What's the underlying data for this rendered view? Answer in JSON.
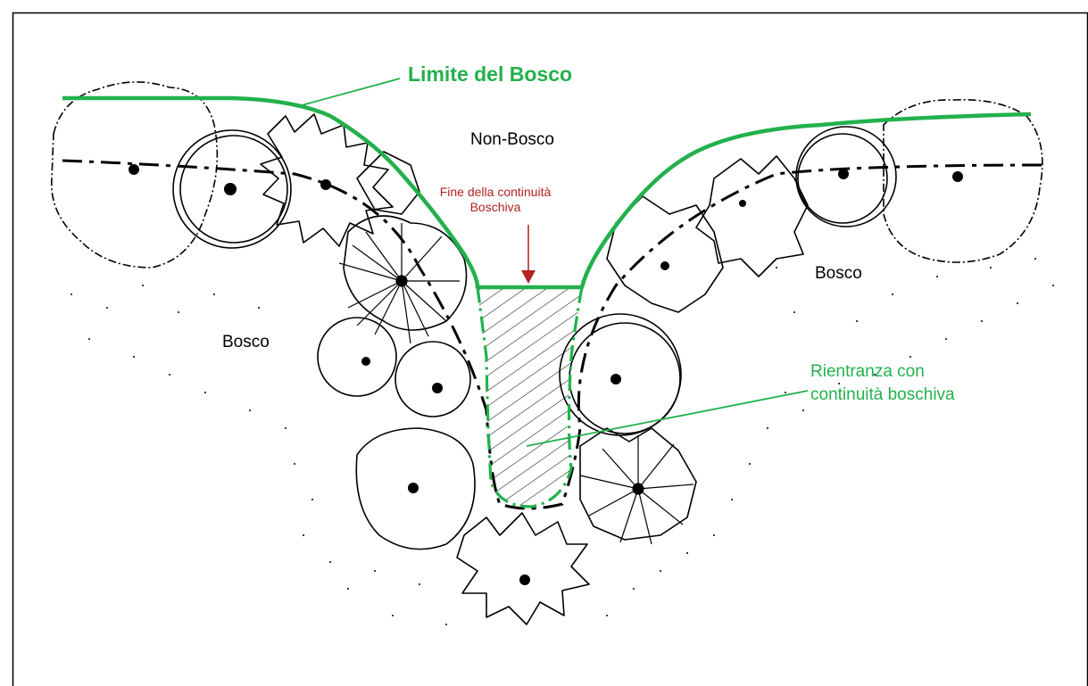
{
  "colors": {
    "forest_line": "#22b14c",
    "annotation_red": "#b22222",
    "ink": "#000000",
    "frame_border": "#000000",
    "background": "#ffffff"
  },
  "labels": {
    "forest_limit": "Limite del Bosco",
    "non_forest": "Non-Bosco",
    "end_of_continuity_line1": "Fine della continuità",
    "end_of_continuity_line2": "Boschiva",
    "forest_left": "Bosco",
    "forest_right": "Bosco",
    "inlet_line1": "Rientranza con",
    "inlet_line2": "continuità boschiva"
  },
  "icons": {
    "arrow": "down-arrow-icon",
    "tree": "tree-canopy-icon",
    "hatch": "hatched-area"
  }
}
